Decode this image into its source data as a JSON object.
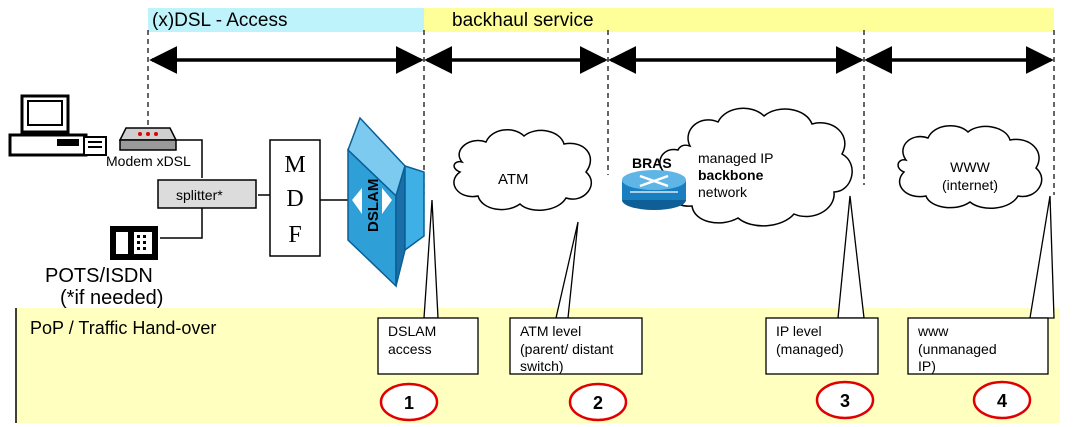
{
  "header": {
    "access_label": "(x)DSL - Access",
    "backhaul_label": "backhaul service"
  },
  "devices": {
    "modem_label": "Modem xDSL",
    "splitter_label": "splitter*",
    "pots_label": "POTS/ISDN",
    "pots_note": "(*if needed)",
    "mdf_letters": [
      "M",
      "D",
      "F"
    ],
    "dslam_label": "DSLAM",
    "bras_label": "BRAS"
  },
  "clouds": {
    "atm": "ATM",
    "ip_lines": [
      "managed IP",
      "backbone",
      "network"
    ],
    "www_lines": [
      "WWW",
      "(internet)"
    ]
  },
  "bottom": {
    "pop_label": "PoP / Traffic Hand-over",
    "callouts": [
      {
        "lines": [
          "DSLAM",
          "access"
        ],
        "number": "1"
      },
      {
        "lines": [
          "ATM level",
          "(parent/ distant",
          "switch)"
        ],
        "number": "2"
      },
      {
        "lines": [
          "IP level",
          "(managed)"
        ],
        "number": "3"
      },
      {
        "lines": [
          "www",
          "(unmanaged",
          "IP)"
        ],
        "number": "4"
      }
    ]
  },
  "colors": {
    "access_band": "#bff3fb",
    "backhaul_band": "#ffff99",
    "bottom_band": "#ffffc0",
    "circle_red": "#e00000",
    "dslam_blue": "#2f9fd8",
    "bras_blue": "#1a7fc0"
  }
}
